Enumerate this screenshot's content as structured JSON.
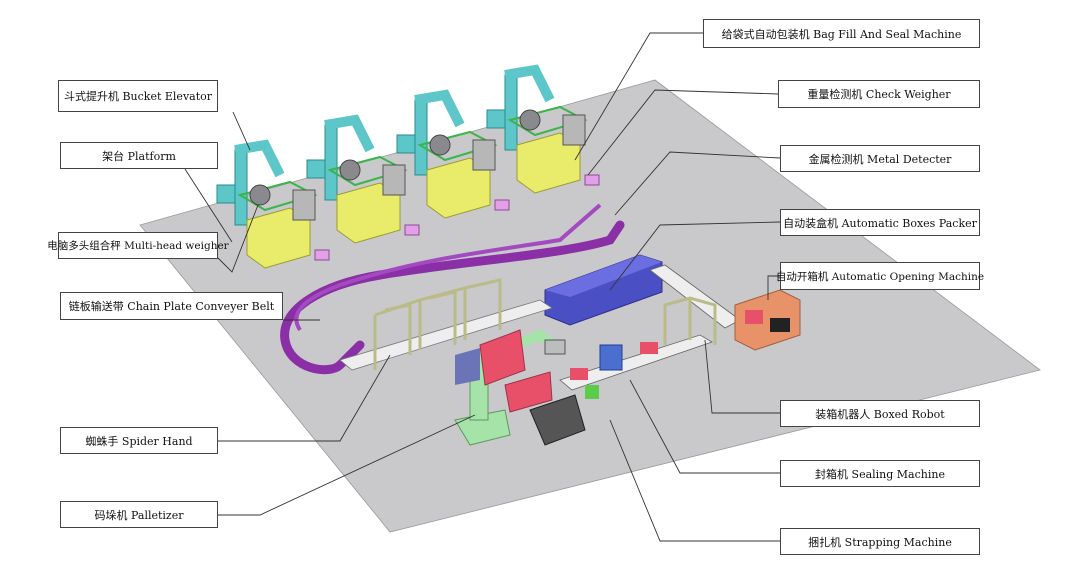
{
  "labels": {
    "bucket_elevator": "斗式提升机  Bucket Elevator",
    "platform": "架台 Platform",
    "multihead_weigher": "电脑多头组合秤  Multi-head weigher",
    "chain_conveyor": "链板输送带 Chain Plate Conveyer Belt",
    "spider_hand": "蜘蛛手  Spider Hand",
    "palletizer": "码垛机  Palletizer",
    "bag_fill": "给袋式自动包装机 Bag Fill And Seal Machine",
    "check_weigher": "重量检测机  Check Weigher",
    "metal_detector": "金属检测机 Metal Detecter",
    "boxes_packer": "自动装盒机  Automatic Boxes Packer",
    "opening_machine": "自动开箱机  Automatic Opening Machine",
    "boxed_robot": "装箱机器人  Boxed Robot",
    "sealing_machine": "封箱机 Sealing Machine",
    "strapping_machine": "捆扎机  Strapping Machine"
  },
  "colors": {
    "floor": "#c9c9cc",
    "elevator": "#5cc6c8",
    "platform": "#3bb54a",
    "weigher_base": "#e8ec6a",
    "conveyor": "#8a2fa6",
    "packer": "#4b4fc4",
    "boxes": "#e8506a",
    "palletizer": "#a5e3a8",
    "opening_machine": "#e8926a",
    "frame": "#d6d8a8"
  }
}
